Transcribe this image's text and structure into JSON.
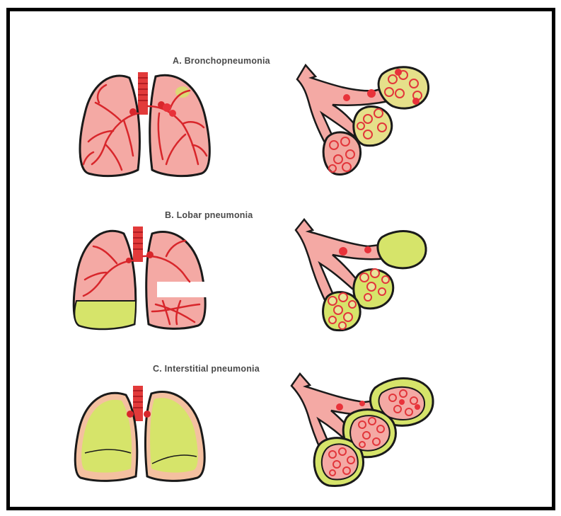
{
  "panels": [
    {
      "id": "a",
      "caption": "A. Bronchopneumonia"
    },
    {
      "id": "b",
      "caption": "B. Lobar pneumonia"
    },
    {
      "id": "c",
      "caption": "C. Interstitial pneumonia"
    }
  ],
  "colors": {
    "frame": "#000000",
    "tissue": "#f4a9a4",
    "vessel": "#d8262b",
    "consolidation": "#d6e46a",
    "outline": "#1a1a1a",
    "caption": "#4a4a4a"
  }
}
